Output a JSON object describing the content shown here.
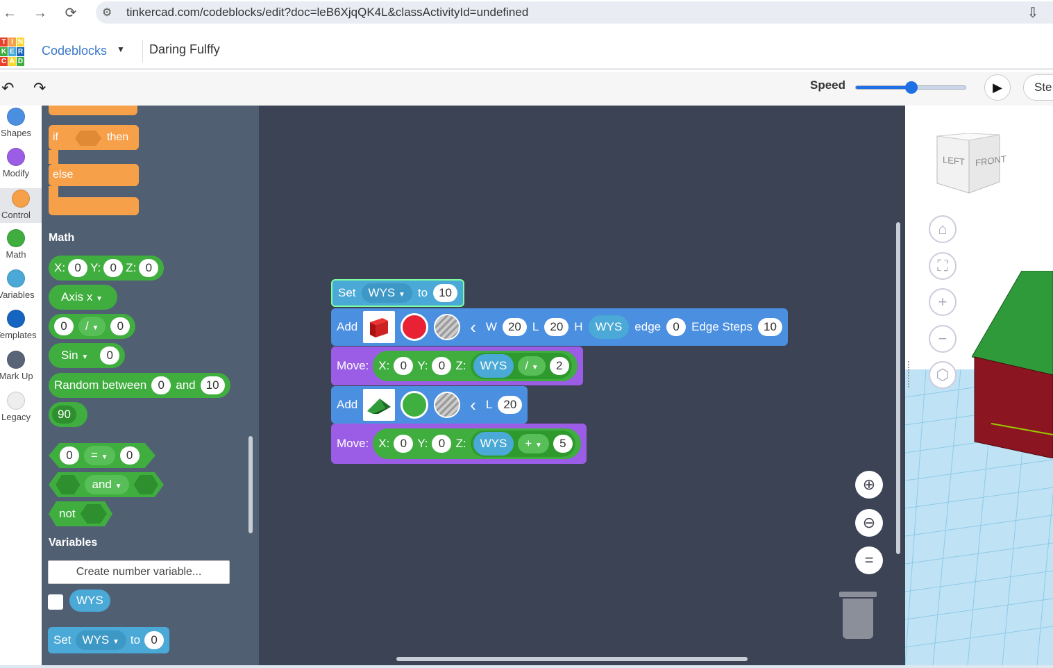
{
  "browser": {
    "url": "tinkercad.com/codeblocks/edit?doc=leB6XjqQK4L&classActivityId=undefined"
  },
  "header": {
    "logo": [
      "T",
      "I",
      "N",
      "K",
      "E",
      "R",
      "C",
      "A",
      "D"
    ],
    "app": "Codeblocks",
    "project": "Daring Fulffy"
  },
  "toolbar": {
    "speed_label": "Speed",
    "speed_value": 0.5,
    "step_label": "Ste"
  },
  "categories": [
    {
      "label": "Shapes",
      "color": "#4a8fe0"
    },
    {
      "label": "Modify",
      "color": "#9b5de5"
    },
    {
      "label": "Control",
      "color": "#f7a04a"
    },
    {
      "label": "Math",
      "color": "#3fae3f"
    },
    {
      "label": "Variables",
      "color": "#4aa9d6"
    },
    {
      "label": "Templates",
      "color": "#1565c0"
    },
    {
      "label": "Mark Up",
      "color": "#5a6478"
    },
    {
      "label": "Legacy",
      "color": "#eeeeee"
    }
  ],
  "palette": {
    "control": {
      "if": "if",
      "then": "then",
      "else": "else"
    },
    "math_header": "Math",
    "xyz": {
      "x": "X:",
      "xv": "0",
      "y": "Y:",
      "yv": "0",
      "z": "Z:",
      "zv": "0"
    },
    "axis": "Axis x",
    "div": {
      "a": "0",
      "op": "/",
      "b": "0"
    },
    "sin": {
      "fn": "Sin",
      "v": "0"
    },
    "random": {
      "label": "Random between",
      "a": "0",
      "and": "and",
      "b": "10"
    },
    "constant": "90",
    "eq": {
      "a": "0",
      "op": "=",
      "b": "0"
    },
    "and": "and",
    "not": "not",
    "vars_header": "Variables",
    "create_var": "Create number variable...",
    "var_name": "WYS",
    "set": {
      "set": "Set",
      "var": "WYS",
      "to": "to",
      "v": "0"
    }
  },
  "script": {
    "set": {
      "set": "Set",
      "var": "WYS",
      "to": "to",
      "v": "10"
    },
    "add1": {
      "add": "Add",
      "w": "W",
      "wv": "20",
      "l": "L",
      "lv": "20",
      "h": "H",
      "hv": "WYS",
      "edge": "edge",
      "ev": "0",
      "steps": "Edge Steps",
      "sv": "10"
    },
    "move1": {
      "move": "Move:",
      "x": "X:",
      "xv": "0",
      "y": "Y:",
      "yv": "0",
      "z": "Z:",
      "zv": "WYS",
      "op": "/",
      "n": "2"
    },
    "add2": {
      "add": "Add",
      "l": "L",
      "lv": "20"
    },
    "move2": {
      "move": "Move:",
      "x": "X:",
      "xv": "0",
      "y": "Y:",
      "yv": "0",
      "z": "Z:",
      "zv": "WYS",
      "op": "+",
      "n": "5"
    }
  },
  "viewcube": {
    "left": "LEFT",
    "front": "FRONT"
  }
}
